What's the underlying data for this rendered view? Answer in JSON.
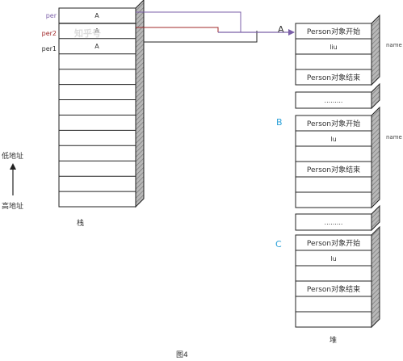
{
  "stack": {
    "cell_label": "A",
    "pointer_labels": [
      "per",
      "per2",
      "per1"
    ],
    "caption": "栈",
    "watermark": "知乎号"
  },
  "address": {
    "low": "低地址",
    "high": "高地址"
  },
  "heap": {
    "caption": "堆",
    "blocks": [
      {
        "tag": "A",
        "start": "Person对象开始",
        "field": "liu",
        "end": "Person对象结束",
        "side_label": "name"
      },
      {
        "tag": "B",
        "start": "Person对象开始",
        "field": "lu",
        "end": "Person对象结束",
        "side_label": "name"
      },
      {
        "tag": "C",
        "start": "Person对象开始",
        "field": "lu",
        "end": "Person对象结束",
        "side_label": ""
      }
    ],
    "ellipsis": [
      ".........",
      "........."
    ]
  },
  "figure_caption": "图4",
  "colors": {
    "per": "#7b5fa8",
    "per2": "#a0282a",
    "per1": "#333333",
    "tag_a": "#333333",
    "tag_bc": "#2aa0d8",
    "cell_border": "#222222",
    "side_fill": "#9a9a9a"
  }
}
